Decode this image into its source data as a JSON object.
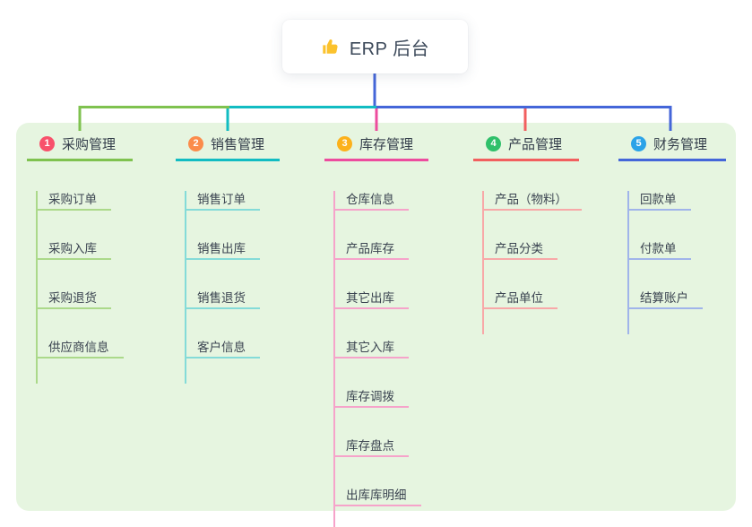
{
  "root": {
    "label": "ERP 后台",
    "icon": "thumbs-up",
    "icon_color": "#fbc22d",
    "line_color": "#4466d9"
  },
  "canvas_bg_color": "#e6f5e0",
  "branches": [
    {
      "index": "1",
      "label": "采购管理",
      "badge_color": "#f8516b",
      "line_color": "#7fc24f",
      "child_line_color": "#abd98a",
      "children": [
        "采购订单",
        "采购入库",
        "采购退货",
        "供应商信息"
      ]
    },
    {
      "index": "2",
      "label": "销售管理",
      "badge_color": "#fb8c4b",
      "line_color": "#12bcc2",
      "child_line_color": "#84dbd8",
      "children": [
        "销售订单",
        "销售出库",
        "销售退货",
        "客户信息"
      ]
    },
    {
      "index": "3",
      "label": "库存管理",
      "badge_color": "#fcb11b",
      "line_color": "#ed4c9e",
      "child_line_color": "#f6a3ca",
      "children": [
        "仓库信息",
        "产品库存",
        "其它出库",
        "其它入库",
        "库存调拨",
        "库存盘点",
        "出库库明细"
      ]
    },
    {
      "index": "4",
      "label": "产品管理",
      "badge_color": "#2fc06a",
      "line_color": "#f25f5f",
      "child_line_color": "#f8a8a8",
      "children": [
        "产品（物料）",
        "产品分类",
        "产品单位"
      ]
    },
    {
      "index": "5",
      "label": "财务管理",
      "badge_color": "#2ba3e8",
      "line_color": "#4466d9",
      "child_line_color": "#a0b4ea",
      "children": [
        "回款单",
        "付款单",
        "结算账户"
      ]
    }
  ]
}
